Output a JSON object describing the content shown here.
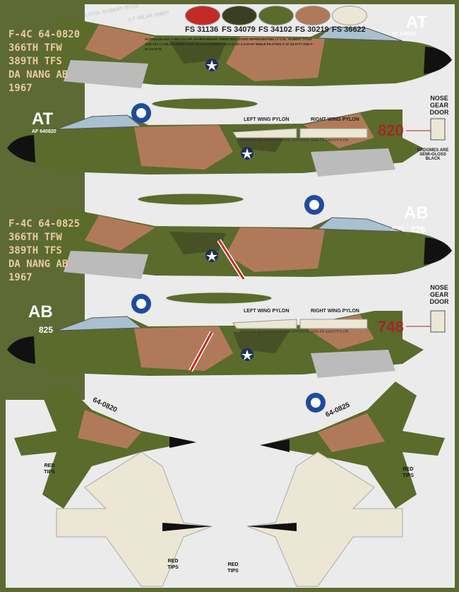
{
  "colors": [
    {
      "label": "FS 31136",
      "hex": "#c22a26"
    },
    {
      "label": "FS 34079",
      "hex": "#3b3f22"
    },
    {
      "label": "FS 34102",
      "hex": "#5a6b2c"
    },
    {
      "label": "FS 30219",
      "hex": "#b07a5a"
    },
    {
      "label": "FS 36622",
      "hex": "#ece6d4"
    }
  ],
  "note": "ALTHOUGH NOT A MIG KILLER, 64-0820 BEARS THREE RED STARS REPRESENTING LT COL. ROBERT TITUS AND 1ST LT MILAN ZIMER'S MIG KILLS ACQUIRED ON 5-20-67 & 5-22-67 WHILE PILOTING F-4C 64-0777 AND F-4C 64-0776.",
  "pilots": [
    "LTCOL ROBERT TITUS",
    "1LT MILAN ZIMER"
  ],
  "aircraft": [
    {
      "lines": [
        "F-4C 64-0820",
        "366TH TFW",
        "389TH TFS",
        "DA NANG AB",
        "1967"
      ],
      "code": "AT",
      "tail_serial": "AF 640820",
      "door_number": "820",
      "topview_serial": "64-0820"
    },
    {
      "lines": [
        "F-4C 64-0825",
        "366TH TFW",
        "389TH TFS",
        "DA NANG AB",
        "1967"
      ],
      "code": "AB",
      "tail_serial": "AF 825",
      "tail_number": "825",
      "door_number": "748",
      "topview_serial": "64-0825"
    }
  ],
  "labels": {
    "nose_gear_door": "NOSE GEAR DOOR",
    "left_wing_pylon": "LEFT WING PYLON",
    "right_wing_pylon": "RIGHT WING PYLON",
    "pylon_note": "PAINTING REPEATED ON THE OPPOSITE SIDE OF EACH PYLON",
    "radomes": "RADOMES ARE SEMI-GLOSS BLACK",
    "red_tips": "RED TIPS"
  }
}
